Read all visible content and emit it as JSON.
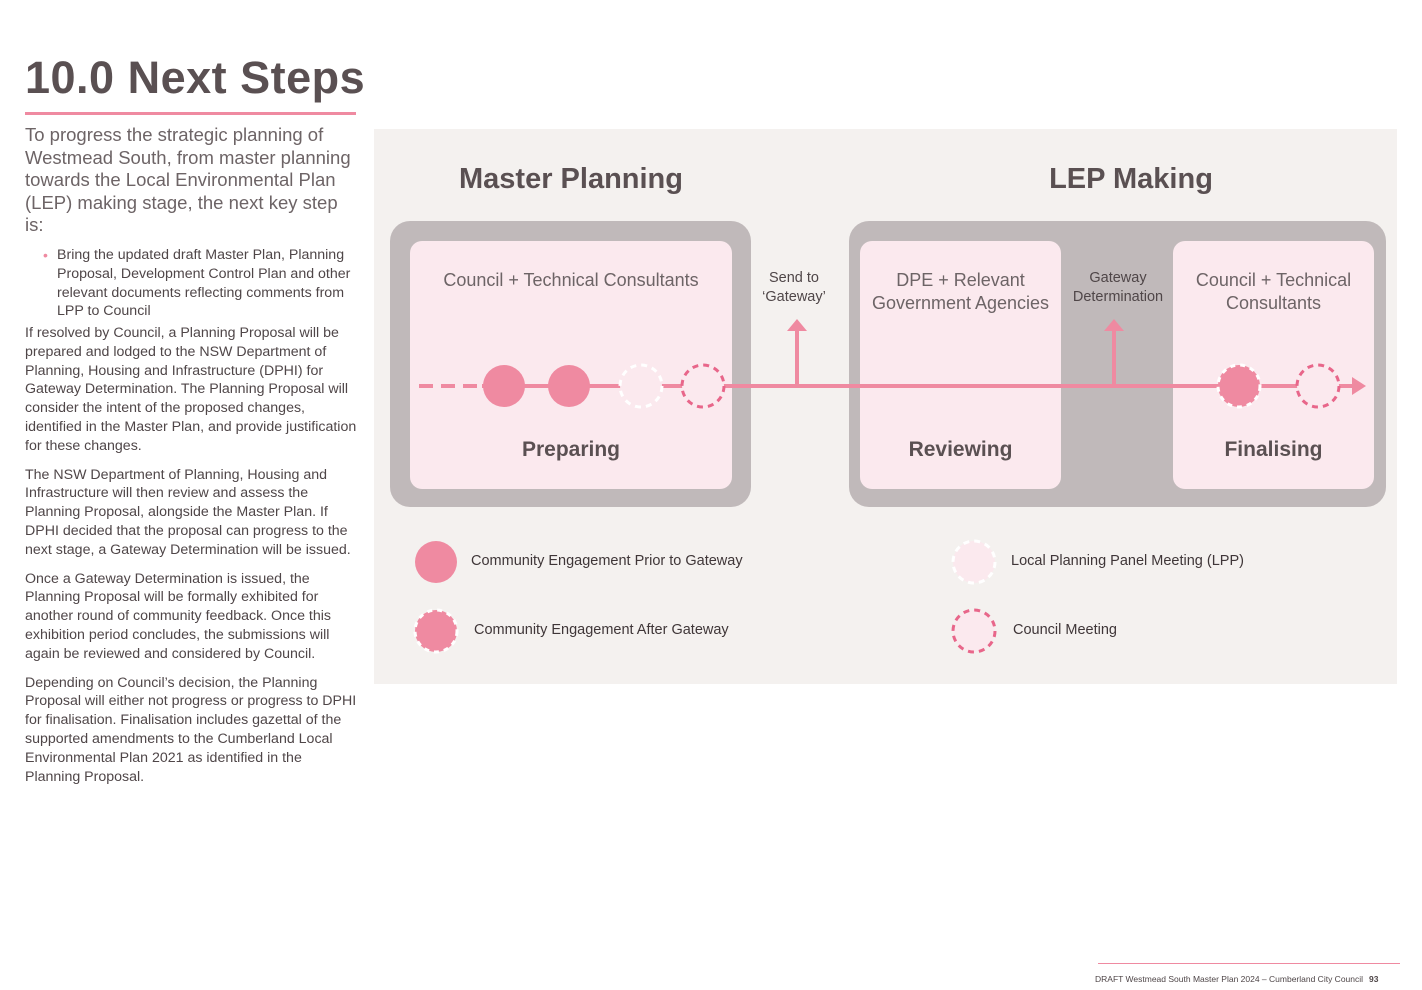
{
  "page": {
    "title": "10.0 Next Steps",
    "intro": "To progress the strategic planning of Westmead South, from master planning towards the Local Environmental Plan (LEP) making stage, the next key step is:",
    "bullets": [
      "Bring the updated draft Master Plan, Planning Proposal, Development Control Plan and other relevant documents reflecting comments from LPP to Council"
    ],
    "paragraphs": [
      "If resolved by Council, a Planning Proposal will be prepared and lodged to the NSW Department of Planning, Housing and Infrastructure (DPHI) for Gateway Determination. The Planning Proposal will consider the intent of the proposed changes, identified in the Master Plan, and provide justification for these changes.",
      "The NSW Department of Planning, Housing and Infrastructure will then review and assess the Planning Proposal, alongside the Master Plan. If DPHI decided that the proposal can progress to the next stage, a Gateway Determination will be issued.",
      "Once a Gateway Determination is issued, the Planning Proposal will be formally exhibited for another round of community feedback. Once this exhibition period concludes, the submissions will again be reviewed and considered by Council.",
      "Depending on Council’s decision, the Planning Proposal will either not progress or progress to DPHI for finalisation. Finalisation includes gazettal of the supported amendments to the Cumberland Local Environmental Plan 2021 as identified in the Planning Proposal."
    ]
  },
  "diagram": {
    "phases": {
      "master_planning": "Master Planning",
      "lep_making": "LEP Making"
    },
    "stages": {
      "preparing": {
        "group": "Council + Technical Consultants",
        "name": "Preparing"
      },
      "reviewing": {
        "group": "DPE + Relevant Government Agencies",
        "name": "Reviewing"
      },
      "finalising": {
        "group": "Council + Technical Consultants",
        "name": "Finalising"
      }
    },
    "milestones": {
      "send_to_gateway": "Send to ‘Gateway’",
      "gateway_determination": "Gateway Determination"
    },
    "legend": {
      "engagement_prior": "Community Engagement Prior to Gateway",
      "engagement_after": "Community Engagement After Gateway",
      "lpp_meeting": "Local Planning Panel Meeting (LPP)",
      "council_meeting": "Council Meeting"
    },
    "colors": {
      "pink": "#ef8aa1",
      "light_pink": "#fbe9ee",
      "grey_box": "#c0b9ba",
      "panel_bg": "#f4f1ef"
    }
  },
  "footer": {
    "text": "DRAFT Westmead South Master Plan 2024 – Cumberland City Council",
    "page_number": "93"
  }
}
